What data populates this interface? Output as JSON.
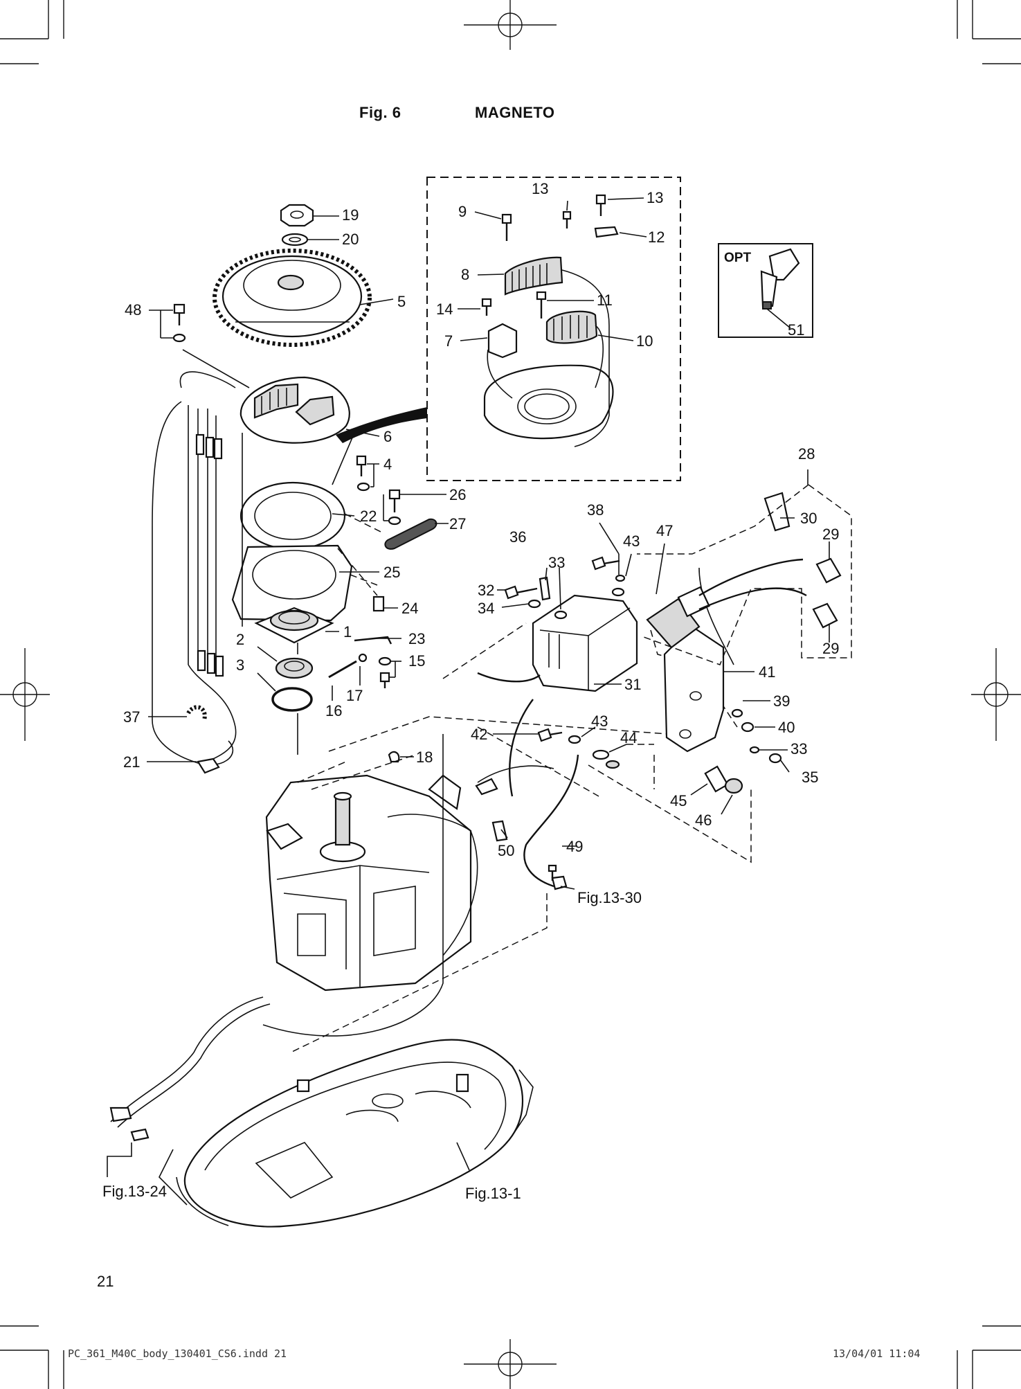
{
  "header": {
    "fig": "Fig. 6",
    "title": "MAGNETO"
  },
  "option_box": {
    "label": "OPT",
    "part": "51"
  },
  "callouts": [
    {
      "id": "c19",
      "label": "19"
    },
    {
      "id": "c20",
      "label": "20"
    },
    {
      "id": "c5",
      "label": "5"
    },
    {
      "id": "c48",
      "label": "48"
    },
    {
      "id": "c6",
      "label": "6"
    },
    {
      "id": "c4",
      "label": "4"
    },
    {
      "id": "c26",
      "label": "26"
    },
    {
      "id": "c22",
      "label": "22"
    },
    {
      "id": "c27",
      "label": "27"
    },
    {
      "id": "c25",
      "label": "25"
    },
    {
      "id": "c24",
      "label": "24"
    },
    {
      "id": "c1",
      "label": "1"
    },
    {
      "id": "c23",
      "label": "23"
    },
    {
      "id": "c2",
      "label": "2"
    },
    {
      "id": "c15",
      "label": "15"
    },
    {
      "id": "c3",
      "label": "3"
    },
    {
      "id": "c17",
      "label": "17"
    },
    {
      "id": "c16",
      "label": "16"
    },
    {
      "id": "c37",
      "label": "37"
    },
    {
      "id": "c18",
      "label": "18"
    },
    {
      "id": "c21",
      "label": "21"
    },
    {
      "id": "c13a",
      "label": "13"
    },
    {
      "id": "c13b",
      "label": "13"
    },
    {
      "id": "c9",
      "label": "9"
    },
    {
      "id": "c12",
      "label": "12"
    },
    {
      "id": "c8",
      "label": "8"
    },
    {
      "id": "c11",
      "label": "11"
    },
    {
      "id": "c14",
      "label": "14"
    },
    {
      "id": "c7",
      "label": "7"
    },
    {
      "id": "c10",
      "label": "10"
    },
    {
      "id": "c28",
      "label": "28"
    },
    {
      "id": "c30",
      "label": "30"
    },
    {
      "id": "c29a",
      "label": "29"
    },
    {
      "id": "c29b",
      "label": "29"
    },
    {
      "id": "c38",
      "label": "38"
    },
    {
      "id": "c36",
      "label": "36"
    },
    {
      "id": "c33a",
      "label": "33"
    },
    {
      "id": "c43a",
      "label": "43"
    },
    {
      "id": "c47",
      "label": "47"
    },
    {
      "id": "c32",
      "label": "32"
    },
    {
      "id": "c34",
      "label": "34"
    },
    {
      "id": "c41",
      "label": "41"
    },
    {
      "id": "c31",
      "label": "31"
    },
    {
      "id": "c39",
      "label": "39"
    },
    {
      "id": "c40",
      "label": "40"
    },
    {
      "id": "c42",
      "label": "42"
    },
    {
      "id": "c43b",
      "label": "43"
    },
    {
      "id": "c44",
      "label": "44"
    },
    {
      "id": "c33b",
      "label": "33"
    },
    {
      "id": "c35",
      "label": "35"
    },
    {
      "id": "c45",
      "label": "45"
    },
    {
      "id": "c46",
      "label": "46"
    },
    {
      "id": "c50",
      "label": "50"
    },
    {
      "id": "c49",
      "label": "49"
    }
  ],
  "figure_refs": [
    {
      "id": "r1330",
      "label": "Fig.13-30"
    },
    {
      "id": "r1324",
      "label": "Fig.13-24"
    },
    {
      "id": "r131",
      "label": "Fig.13-1"
    }
  ],
  "footer": {
    "page": "21",
    "file": "PC_361_M40C_body_130401_CS6.indd   21",
    "date": "13/04/01   11:04"
  }
}
